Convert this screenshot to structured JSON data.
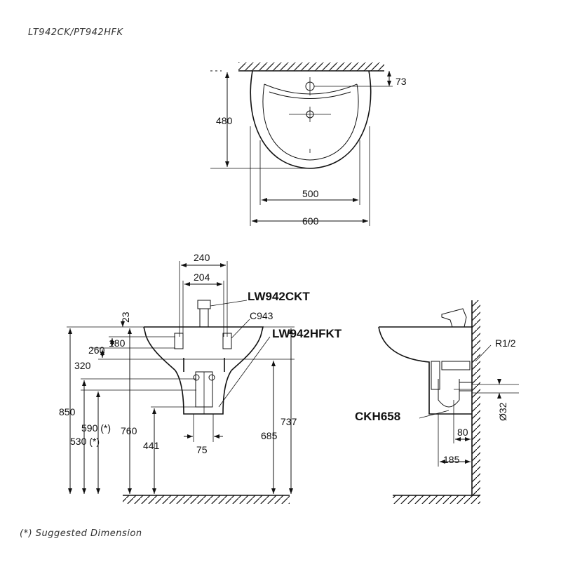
{
  "header": {
    "model_code": "LT942CK/PT942HFK"
  },
  "footnote": {
    "text": "(*) Suggested Dimension"
  },
  "top_view": {
    "dims": [
      "73",
      "480",
      "500",
      "600"
    ]
  },
  "front_view": {
    "dims_top": [
      "240",
      "204"
    ],
    "dims_left": [
      "23",
      "180",
      "260",
      "320",
      "850",
      "590 (*)",
      "530 (*)",
      "760",
      "441",
      "75",
      "685",
      "737"
    ],
    "labels": [
      "LW942CKT",
      "C943",
      "LW942HFKT"
    ]
  },
  "side_view": {
    "dims": [
      "R1/2",
      "Ø32",
      "80",
      "185"
    ],
    "labels": [
      "CKH658"
    ]
  }
}
